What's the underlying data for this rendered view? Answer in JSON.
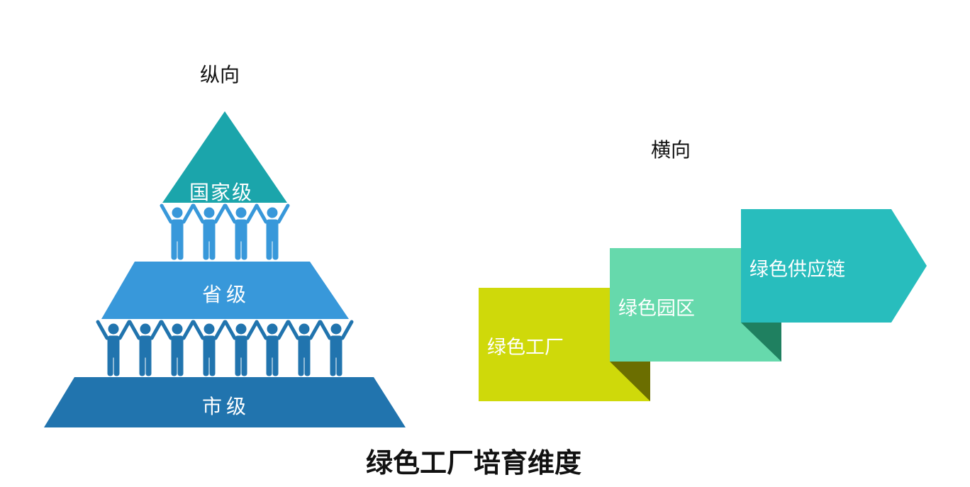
{
  "title": "绿色工厂培育维度",
  "vertical": {
    "heading": "纵向",
    "levels": [
      "国家级",
      "省级",
      "市级"
    ]
  },
  "horizontal": {
    "heading": "横向",
    "steps": [
      "绿色工厂",
      "绿色园区",
      "绿色供应链"
    ]
  },
  "colors": {
    "national": "#1ba5ab",
    "province": "#3898da",
    "city": "#2174ae",
    "people_top": "#3898da",
    "people_bottom": "#2174ae",
    "factory": "#cfd90a",
    "factory_fold": "#6b6e00",
    "park": "#66d9ac",
    "park_fold": "#1f8060",
    "chain": "#28bdbd"
  }
}
